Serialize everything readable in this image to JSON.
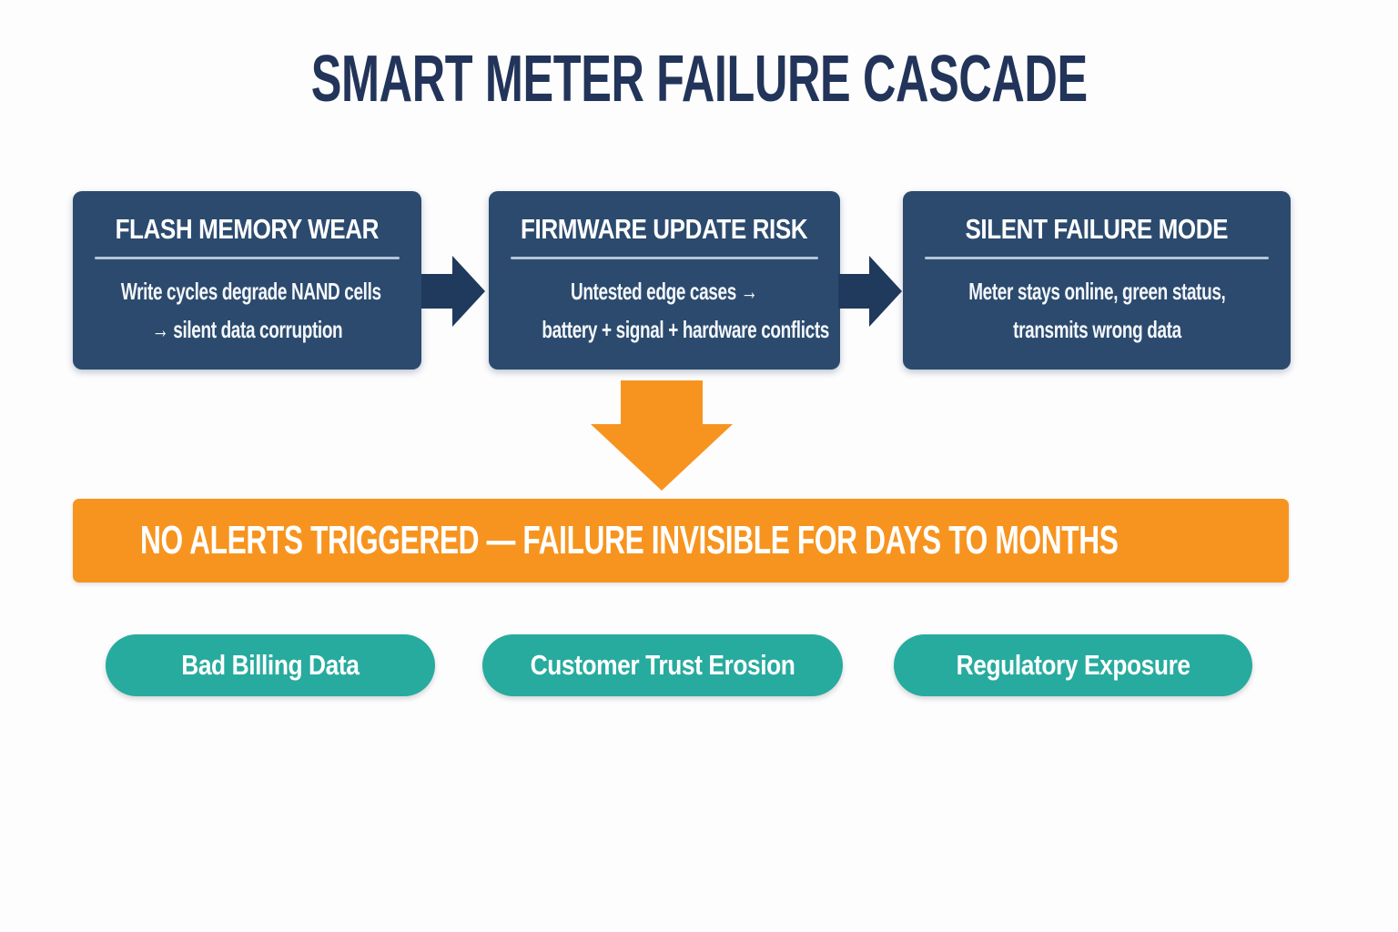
{
  "title": "SMART METER FAILURE CASCADE",
  "stages": [
    {
      "heading": "FLASH MEMORY WEAR",
      "lines": [
        "Write cycles degrade NAND cells",
        "→ silent data corruption"
      ]
    },
    {
      "heading": "FIRMWARE UPDATE RISK",
      "lines": [
        "Untested edge cases →",
        "battery + signal + hardware conflicts"
      ]
    },
    {
      "heading": "SILENT FAILURE MODE",
      "lines": [
        "Meter stays online, green status,",
        "transmits wrong data"
      ]
    }
  ],
  "banner": {
    "text": "NO ALERTS TRIGGERED — FAILURE INVISIBLE FOR DAYS TO MONTHS"
  },
  "outcomes": [
    {
      "label": "Bad Billing Data"
    },
    {
      "label": "Customer Trust Erosion"
    },
    {
      "label": "Regulatory Exposure"
    }
  ],
  "icons": {
    "between_stages": "right-arrow-icon",
    "to_banner": "down-arrow-icon"
  },
  "colors": {
    "title_navy": "#223459",
    "navy_box": "#2b4a6e",
    "navy_arrow": "#1f3a5c",
    "divider": "#b3c5d8",
    "orange": "#f7941f",
    "teal": "#27ab9e",
    "text_white": "#ffffff"
  }
}
